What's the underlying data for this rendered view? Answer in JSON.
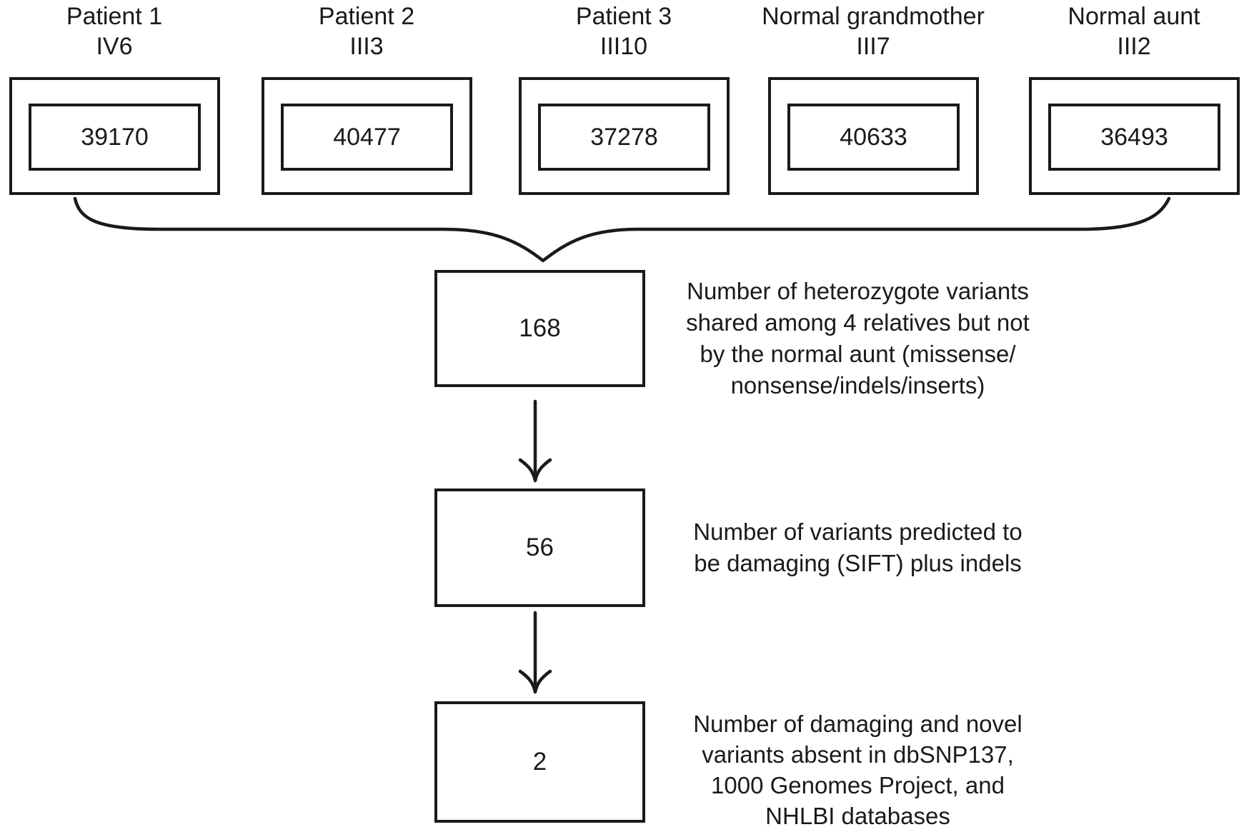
{
  "figure": {
    "colors": {
      "ink": "#1a1a1a",
      "background": "#ffffff"
    },
    "samples": [
      {
        "label": "Patient 1",
        "pedigree_id": "IV6",
        "variant_count": "39170"
      },
      {
        "label": "Patient 2",
        "pedigree_id": "III3",
        "variant_count": "40477"
      },
      {
        "label": "Patient 3",
        "pedigree_id": "III10",
        "variant_count": "37278"
      },
      {
        "label": "Normal grandmother",
        "pedigree_id": "III7",
        "variant_count": "40633"
      },
      {
        "label": "Normal aunt",
        "pedigree_id": "III2",
        "variant_count": "36493"
      }
    ],
    "steps": [
      {
        "value": "168",
        "note_lines": [
          "Number of heterozygote variants",
          "shared among 4 relatives but not",
          "by the normal aunt (missense/",
          "nonsense/indels/inserts)"
        ]
      },
      {
        "value": "56",
        "note_lines": [
          "Number of variants predicted to",
          "be damaging (SIFT) plus indels"
        ]
      },
      {
        "value": "2",
        "note_lines": [
          "Number of damaging and novel",
          "variants absent in dbSNP137,",
          "1000 Genomes Project, and",
          "NHLBI databases"
        ]
      }
    ]
  }
}
